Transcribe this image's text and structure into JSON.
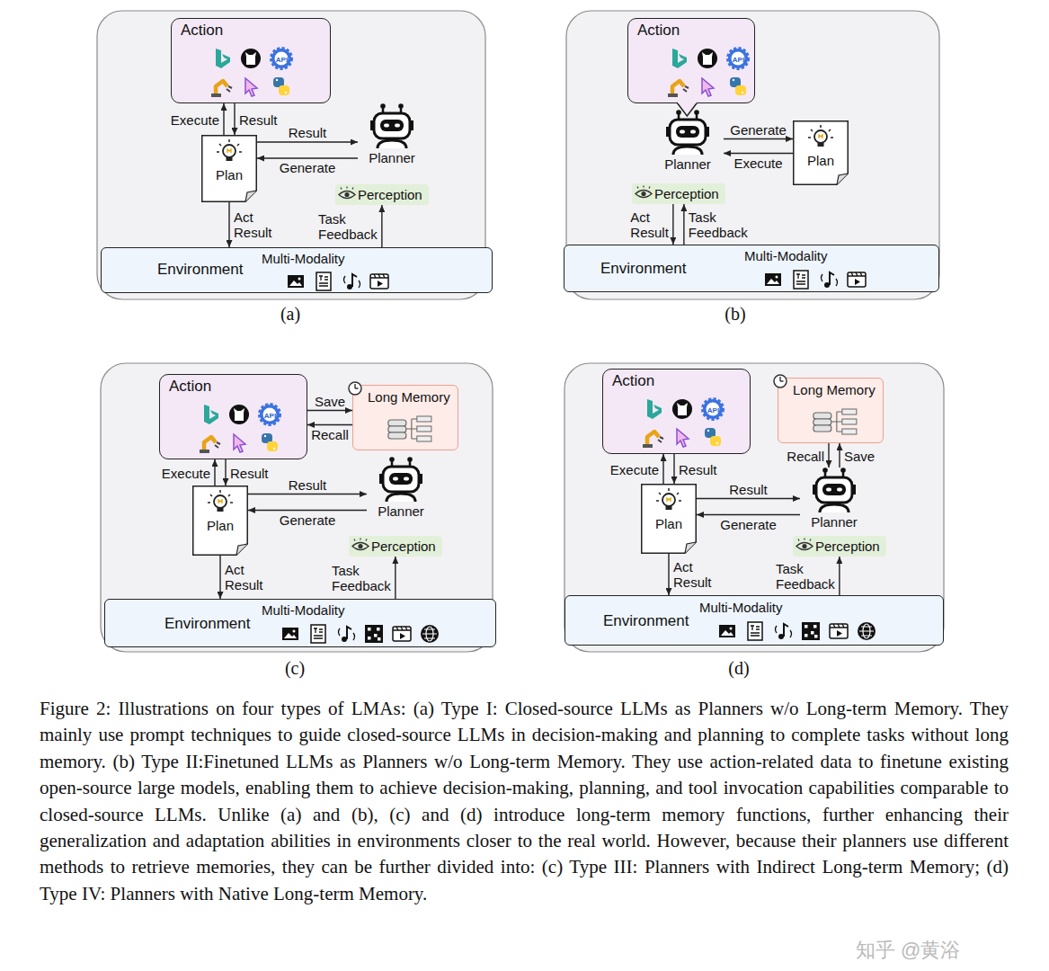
{
  "diagram": {
    "caption": "Figure 2: Illustrations on four types of LMAs: (a) Type I: Closed-source LLMs as Planners w/o Long-term Memory. They mainly use prompt techniques to guide closed-source LLMs in decision-making and planning to complete tasks without long memory. (b) Type II:Finetuned LLMs as Planners w/o Long-term Memory. They use action-related data to finetune existing open-source large models, enabling them to achieve decision-making, planning, and tool invocation capabilities comparable to closed-source LLMs. Unlike (a) and (b), (c) and (d) introduce long-term memory functions, further enhancing their generalization and adaptation abilities in environments closer to the real world. However, because their planners use different methods to retrieve memories, they can be further divided into: (c) Type III: Planners with Indirect Long-term Memory; (d) Type IV: Planners with Native Long-term Memory.",
    "nodes": [
      {
        "text": [
          "Action"
        ]
      },
      {
        "text": [
          "Plan"
        ]
      },
      {
        "text": [
          "Planner"
        ]
      },
      {
        "text": [
          "Perception"
        ]
      },
      {
        "text": [
          "Environment",
          "Multi-Modality"
        ]
      },
      {
        "text": [
          "Action"
        ]
      },
      {
        "text": [
          "Planner"
        ]
      },
      {
        "text": [
          "Plan"
        ]
      },
      {
        "text": [
          "Perception"
        ]
      },
      {
        "text": [
          "Environment",
          "Multi-Modality"
        ]
      },
      {
        "text": [
          "Action"
        ]
      },
      {
        "text": [
          "Long Memory"
        ]
      },
      {
        "text": [
          "Plan"
        ]
      },
      {
        "text": [
          "Planner"
        ]
      },
      {
        "text": [
          "Perception"
        ]
      },
      {
        "text": [
          "Environment",
          "Multi-Modality"
        ]
      },
      {
        "text": [
          "Action"
        ]
      },
      {
        "text": [
          "Long Memory"
        ]
      },
      {
        "text": [
          "Plan"
        ]
      },
      {
        "text": [
          "Planner"
        ]
      },
      {
        "text": [
          "Perception"
        ]
      },
      {
        "text": [
          "Environment",
          "Multi-Modality"
        ]
      }
    ],
    "edges": [
      {
        "from": 1,
        "to": 0,
        "label": "Execute",
        "arrow": "to"
      },
      {
        "from": 0,
        "to": 1,
        "label": "Result",
        "arrow": "to"
      },
      {
        "from": 1,
        "to": 2,
        "label": "Result",
        "arrow": "to"
      },
      {
        "from": 2,
        "to": 1,
        "label": "Generate",
        "arrow": "to"
      },
      {
        "from": 1,
        "to": 4,
        "label": "Act Result",
        "arrow": "to"
      },
      {
        "from": 4,
        "to": 3,
        "label": "Task Feedback",
        "arrow": "to"
      },
      {
        "from": 6,
        "to": 7,
        "label": "Generate",
        "arrow": "to"
      },
      {
        "from": 7,
        "to": 6,
        "label": "Execute",
        "arrow": "to"
      },
      {
        "from": 8,
        "to": 9,
        "label": "Act Result",
        "arrow": "to"
      },
      {
        "from": 9,
        "to": 8,
        "label": "Task Feedback",
        "arrow": "to"
      },
      {
        "from": 10,
        "to": 11,
        "label": "Save",
        "arrow": "to"
      },
      {
        "from": 11,
        "to": 10,
        "label": "Recall",
        "arrow": "to"
      },
      {
        "from": 12,
        "to": 10,
        "label": "Execute",
        "arrow": "to"
      },
      {
        "from": 10,
        "to": 12,
        "label": "Result",
        "arrow": "to"
      },
      {
        "from": 12,
        "to": 13,
        "label": "Result",
        "arrow": "to"
      },
      {
        "from": 13,
        "to": 12,
        "label": "Generate",
        "arrow": "to"
      },
      {
        "from": 12,
        "to": 15,
        "label": "Act Result",
        "arrow": "to"
      },
      {
        "from": 15,
        "to": 14,
        "label": "Task Feedback",
        "arrow": "to"
      },
      {
        "from": 17,
        "to": 19,
        "label": "Recall",
        "arrow": "to"
      },
      {
        "from": 19,
        "to": 17,
        "label": "Save",
        "arrow": "to"
      },
      {
        "from": 18,
        "to": 16,
        "label": "Execute",
        "arrow": "to"
      },
      {
        "from": 16,
        "to": 18,
        "label": "Result",
        "arrow": "to"
      },
      {
        "from": 18,
        "to": 19,
        "label": "Result",
        "arrow": "to"
      },
      {
        "from": 19,
        "to": 18,
        "label": "Generate",
        "arrow": "to"
      },
      {
        "from": 18,
        "to": 21,
        "label": "Act Result",
        "arrow": "to"
      },
      {
        "from": 21,
        "to": 20,
        "label": "Task Feedback",
        "arrow": "to"
      }
    ],
    "labels": [
      "(a)",
      "(b)",
      "(c)",
      "(d)",
      "API",
      "API",
      "API",
      "API",
      "知乎 @黄浴"
    ]
  }
}
